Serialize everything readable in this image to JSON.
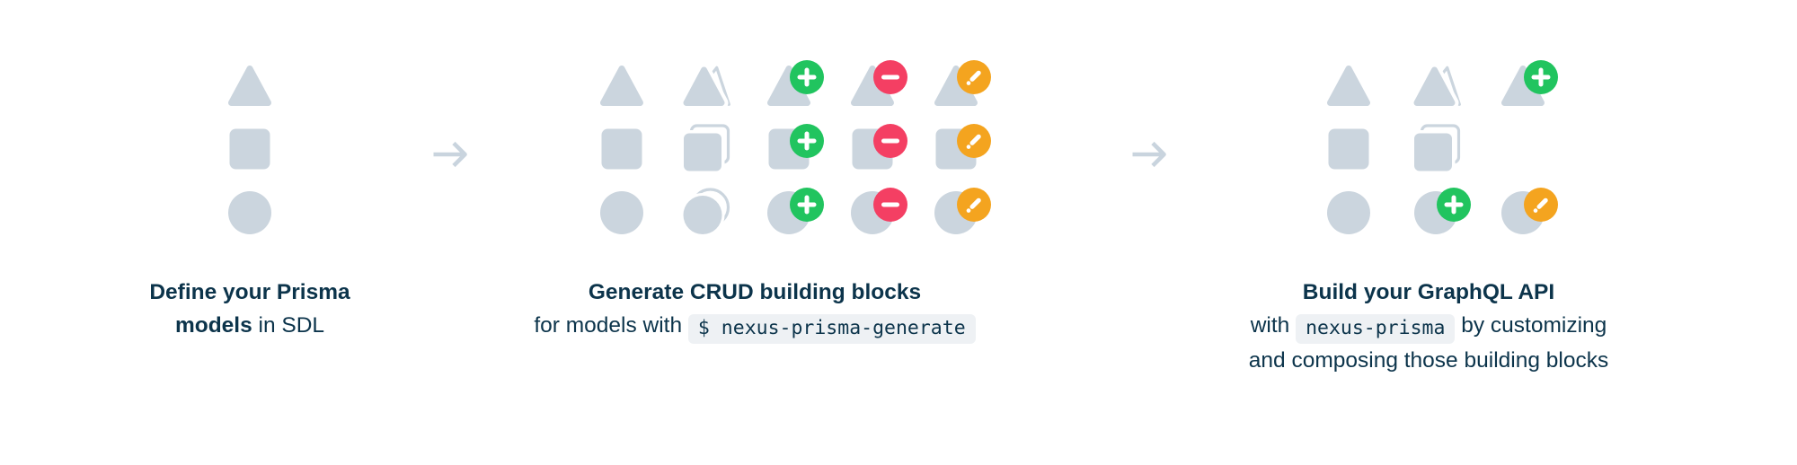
{
  "colors": {
    "background": "#ffffff",
    "shape_gray": "#cbd5de",
    "outline_white": "#ffffff",
    "arrow_gray": "#c9d4de",
    "text_navy": "#0c344b",
    "code_bg": "#eef1f4",
    "badge_create_green": "#21c45f",
    "badge_delete_red": "#f43f63",
    "badge_update_orange": "#f4a41f"
  },
  "badges": {
    "add": {
      "label": "create",
      "icon": "plus-badge-icon"
    },
    "del": {
      "label": "delete",
      "icon": "minus-badge-icon"
    },
    "edit": {
      "label": "update",
      "icon": "pencil-badge-icon"
    }
  },
  "arrows": [
    {
      "icon": "arrow-right-icon"
    },
    {
      "icon": "arrow-right-icon"
    }
  ],
  "panels": [
    {
      "id": "define-prisma-models",
      "grid": [
        [
          "tri"
        ],
        [
          "sq"
        ],
        [
          "ci"
        ]
      ],
      "caption_lines": [
        [
          {
            "t": "Define your Prisma",
            "s": "b"
          }
        ],
        [
          {
            "t": "models",
            "s": "b"
          },
          {
            "t": " in SDL",
            "s": "n"
          }
        ]
      ]
    },
    {
      "id": "generate-crud-building-blocks",
      "grid": [
        [
          "tri",
          "tri-dup",
          "tri-add",
          "tri-del",
          "tri-edit"
        ],
        [
          "sq",
          "sq-dup",
          "sq-add",
          "sq-del",
          "sq-edit"
        ],
        [
          "ci",
          "ci-dup",
          "ci-add",
          "ci-del",
          "ci-edit"
        ]
      ],
      "caption_lines": [
        [
          {
            "t": "Generate CRUD building blocks",
            "s": "b"
          }
        ],
        [
          {
            "t": "for models with ",
            "s": "n"
          },
          {
            "t": "$ nexus-prisma-generate",
            "s": "c"
          }
        ]
      ]
    },
    {
      "id": "build-graphql-api",
      "grid": [
        [
          "tri",
          "tri-dup",
          "tri-add"
        ],
        [
          "sq",
          "sq-dup",
          null
        ],
        [
          "ci",
          "ci-add",
          "ci-edit"
        ]
      ],
      "caption_lines": [
        [
          {
            "t": "Build your GraphQL API",
            "s": "b"
          }
        ],
        [
          {
            "t": "with ",
            "s": "n"
          },
          {
            "t": "nexus-prisma",
            "s": "c"
          },
          {
            "t": " by customizing",
            "s": "n"
          }
        ],
        [
          {
            "t": "and composing those building blocks",
            "s": "n"
          }
        ]
      ]
    }
  ]
}
